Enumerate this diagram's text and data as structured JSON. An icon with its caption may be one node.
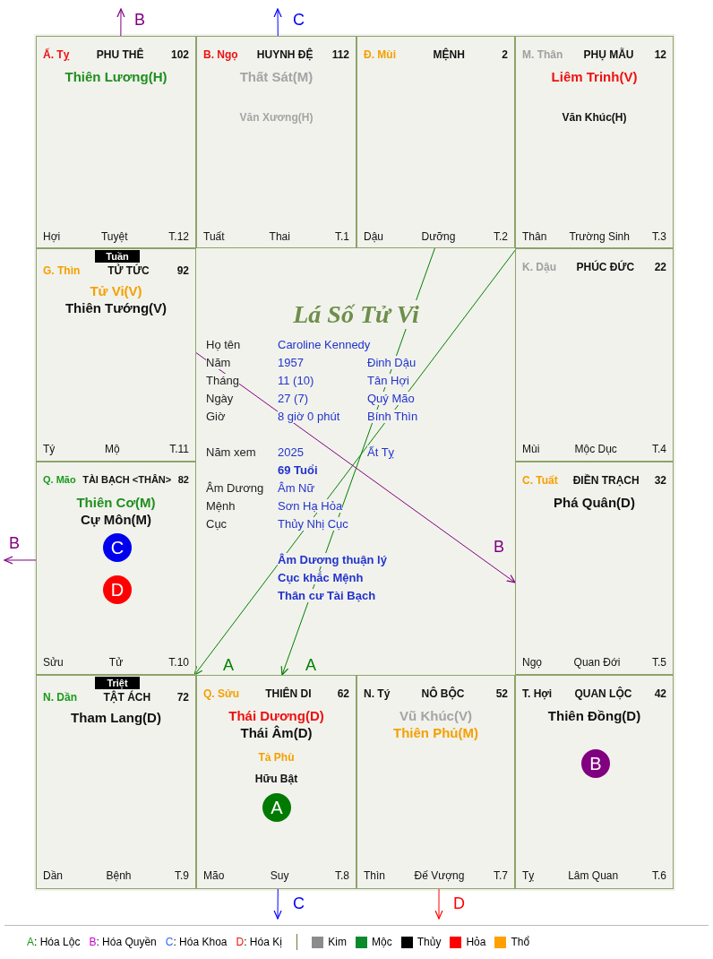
{
  "diagram": {
    "nodes": [
      {
        "text": [
          "Ấ. Tỵ",
          "PHU THÊ",
          "102",
          "Thiên Lương(H)",
          "Hợi",
          "Tuyệt",
          "T.12"
        ]
      },
      {
        "text": [
          "B. Ngọ",
          "HUYNH ĐỆ",
          "112",
          "Thất Sát(M)",
          "Văn Xương(H)",
          "Tuất",
          "Thai",
          "T.1"
        ]
      },
      {
        "text": [
          "Đ. Mùi",
          "MỆNH",
          "2",
          "Dậu",
          "Dưỡng",
          "T.2"
        ]
      },
      {
        "text": [
          "M. Thân",
          "PHỤ MẪU",
          "12",
          "Liêm Trinh(V)",
          "Văn Khúc(H)",
          "Thân",
          "Trường Sinh",
          "T.3"
        ]
      },
      {
        "text": [
          "G. Thìn",
          "TỬ TỨC",
          "92",
          "Tử Vi(V)",
          "Thiên Tướng(V)",
          "Tý",
          "Mộ",
          "T.11"
        ]
      },
      {
        "text": [
          "K. Dậu",
          "PHÚC ĐỨC",
          "22",
          "Mùi",
          "Mộc Dục",
          "T.4"
        ]
      },
      {
        "text": [
          "Q. Mão",
          "TÀI BẠCH <THÂN>",
          "82",
          "Thiên Cơ(M)",
          "Cự Môn(M)",
          "Sửu",
          "Tử",
          "T.10"
        ]
      },
      {
        "text": [
          "C. Tuất",
          "ĐIỀN TRẠCH",
          "32",
          "Phá Quân(D)",
          "Ngọ",
          "Quan Đới",
          "T.5"
        ]
      },
      {
        "text": [
          "N. Dần",
          "TẬT ÁCH",
          "72",
          "Tham Lang(D)",
          "Dần",
          "Bệnh",
          "T.9"
        ]
      },
      {
        "text": [
          "Q. Sửu",
          "THIÊN DI",
          "62",
          "Thái Dương(D)",
          "Thái Âm(D)",
          "Tả Phù",
          "Hữu Bật",
          "Mão",
          "Suy",
          "T.8"
        ]
      },
      {
        "text": [
          "N. Tý",
          "NÔ BỘC",
          "52",
          "Vũ Khúc(V)",
          "Thiên Phủ(M)",
          "Thìn",
          "Đế Vượng",
          "T.7"
        ]
      },
      {
        "text": [
          "T. Hợi",
          "QUAN LỘC",
          "42",
          "Thiên Đồng(D)",
          "Tỵ",
          "Lâm Quan",
          "T.6"
        ]
      },
      {
        "text": [
          "C"
        ],
        "in": 6
      },
      {
        "text": [
          "D"
        ],
        "in": 6
      },
      {
        "text": [
          "A"
        ],
        "in": 9
      },
      {
        "text": [
          "B"
        ],
        "in": 11
      },
      {
        "text": [
          "Tuần"
        ],
        "in": 4
      },
      {
        "text": [
          "Triệt"
        ],
        "in": 8
      }
    ],
    "edges": [
      {
        "from": 2,
        "to": 9,
        "arrow": "to",
        "label": "A",
        "color": "#008000"
      },
      {
        "from": 3,
        "to": 8,
        "arrow": "to",
        "label": "A",
        "color": "#008000"
      },
      {
        "from": 4,
        "to": 7,
        "arrow": "to",
        "label": "B",
        "color": "#800080"
      },
      {
        "from": 0,
        "to": null,
        "arrow": "to",
        "label": "B",
        "color": "#800080"
      },
      {
        "from": 1,
        "to": null,
        "arrow": "to",
        "label": "C",
        "color": "#0000ff"
      },
      {
        "from": 6,
        "to": null,
        "arrow": "to",
        "label": "B",
        "color": "#800080"
      },
      {
        "from": 9,
        "to": null,
        "arrow": "to",
        "label": "C",
        "color": "#0000ff"
      },
      {
        "from": 10,
        "to": null,
        "arrow": "to",
        "label": "D",
        "color": "#ff0000"
      }
    ],
    "labels": [
      "Lá Số Tử Vi",
      "Họ tên",
      "Caroline Kennedy",
      "Năm",
      "1957",
      "Đinh Dậu",
      "Tháng",
      "11 (10)",
      "Tân Hợi",
      "Ngày",
      "27 (7)",
      "Quý Mão",
      "Giờ",
      "8 giờ 0 phút",
      "Bính Thìn",
      "Năm xem",
      "2025",
      "Ất Tỵ",
      "69 Tuổi",
      "Âm Dương",
      "Âm Nữ",
      "Mệnh",
      "Sơn Hạ Hỏa",
      "Cục",
      "Thủy Nhị Cục",
      "Âm Dương thuận lý",
      "Cục khắc Mệnh",
      "Thân cư Tài Bạch"
    ],
    "legend": [
      {
        "text": "A: Hóa Lộc"
      },
      {
        "text": "B: Hóa Quyền"
      },
      {
        "text": "C: Hóa Khoa"
      },
      {
        "text": "D: Hóa Kị"
      },
      {
        "text": "Kim",
        "color": "#8c8c8c"
      },
      {
        "text": "Mộc",
        "color": "#0a8a2a"
      },
      {
        "text": "Thủy",
        "color": "#000000"
      },
      {
        "text": "Hỏa",
        "color": "#ff0000"
      },
      {
        "text": "Thổ",
        "color": "#ffa000"
      }
    ]
  }
}
